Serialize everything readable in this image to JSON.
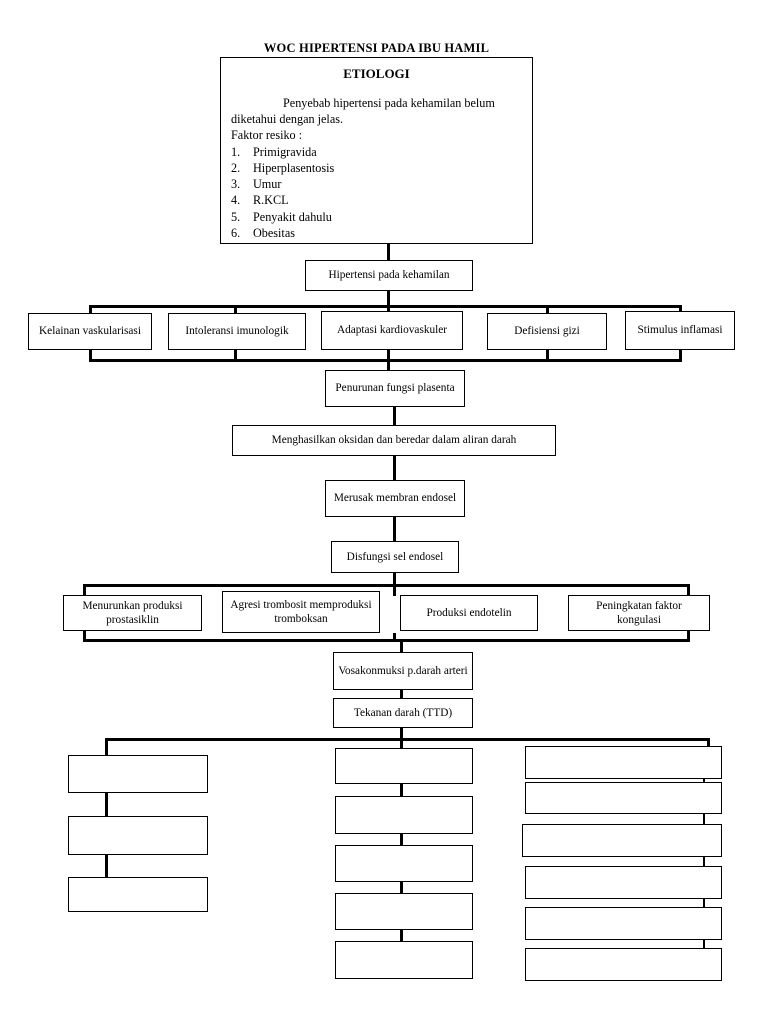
{
  "document": {
    "title": "WOC HIPERTENSI PADA IBU HAMIL"
  },
  "etiologi": {
    "heading": "ETIOLOGI",
    "paragraph": "Penyebab hipertensi pada kehamilan belum diketahui dengan jelas.",
    "subheading": "Faktor resiko :",
    "factors": [
      {
        "num": "1.",
        "label": "Primigravida"
      },
      {
        "num": "2.",
        "label": "Hiperplasentosis"
      },
      {
        "num": "3.",
        "label": "Umur"
      },
      {
        "num": "4.",
        "label": "R.KCL"
      },
      {
        "num": "5.",
        "label": "Penyakit dahulu"
      },
      {
        "num": "6.",
        "label": "Obesitas"
      }
    ]
  },
  "flow": {
    "hipertensi": "Hipertensi pada kehamilan",
    "mechanisms": [
      "Kelainan vaskularisasi",
      "Intoleransi imunologik",
      "Adaptasi kardiovaskuler",
      "Defisiensi gizi",
      "Stimulus inflamasi"
    ],
    "penurunan_fungsi": "Penurunan fungsi plasenta",
    "menghasilkan_oksidan": "Menghasilkan oksidan dan beredar dalam aliran darah",
    "merusak_membran": "Merusak membran endosel",
    "disfungsi": "Disfungsi sel endosel",
    "effects": [
      "Menurunkan produksi prostasiklin",
      "Agresi trombosit memproduksi tromboksan",
      "Produksi endotelin",
      "Peningkatan faktor kongulasi"
    ],
    "vasokonstriksi": "Vosakonmuksi p.darah arteri",
    "tekanan_darah": "Tekanan darah (TTD)",
    "outcome_columns": [
      {
        "name": "left-column",
        "boxes": [
          "",
          "",
          ""
        ]
      },
      {
        "name": "middle-column",
        "boxes": [
          "",
          "",
          "",
          "",
          ""
        ]
      },
      {
        "name": "right-column",
        "boxes": [
          "",
          "",
          "",
          "",
          "",
          ""
        ]
      }
    ]
  },
  "style": {
    "line_color": "#000000",
    "box_fill": "#ffffff",
    "page_background": "#ffffff"
  }
}
